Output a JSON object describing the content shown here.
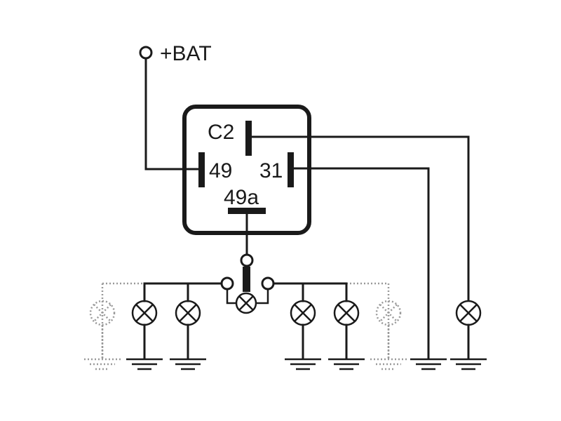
{
  "labels": {
    "supply": "+BAT",
    "terminal_c2": "C2",
    "terminal_49": "49",
    "terminal_31": "31",
    "terminal_49a": "49a"
  },
  "colors": {
    "line": "#1a1a1a",
    "dotted_optional": "#9a9a9a",
    "background": "#ffffff"
  }
}
